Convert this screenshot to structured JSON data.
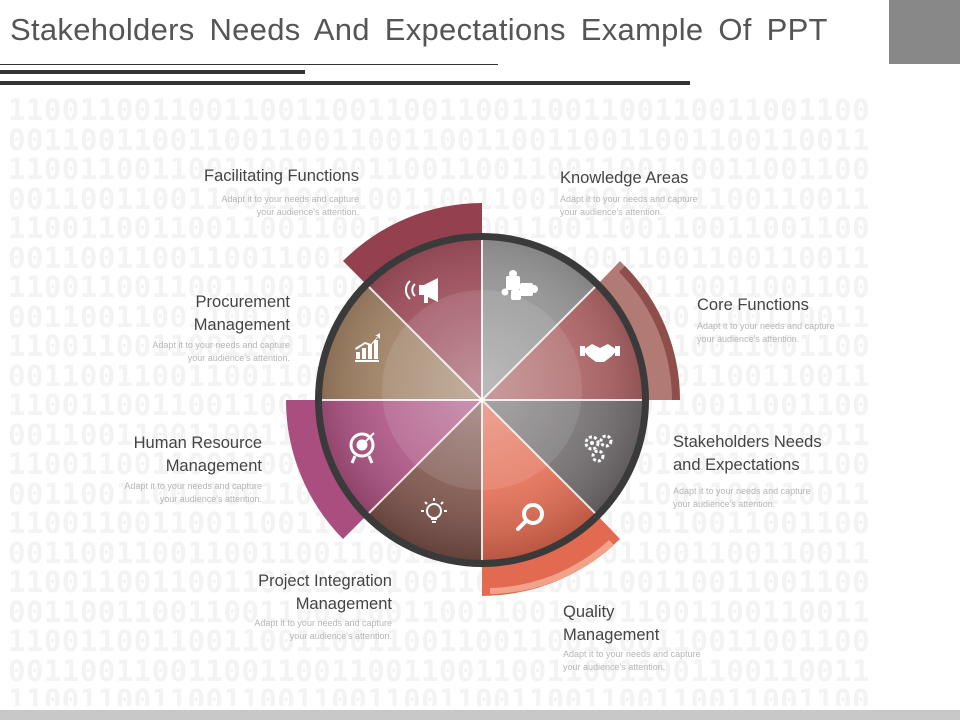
{
  "header": {
    "title": "Stakeholders Needs And Expectations Example Of PPT"
  },
  "background_pattern": "110011001100110011001100110011001100110011001100",
  "colors": {
    "facilitating": "#94404f",
    "knowledge": "#8a8a8a",
    "core": "#a5595b",
    "stakeholders": "#6f6a6b",
    "quality": "#e26a50",
    "project": "#7a5048",
    "human_resource": "#a94e7e",
    "procurement": "#98785a"
  },
  "segments": [
    {
      "label": "Knowledge Areas",
      "desc_line1": "Adapt it to your needs and capture",
      "desc_line2": "your audience's attention.",
      "icon": "puzzle-icon"
    },
    {
      "label_line1": "Core Functions",
      "desc_line1": "Adapt it to your needs and capture",
      "desc_line2": "your audience's attention.",
      "icon": "handshake-icon"
    },
    {
      "label_line1": "Stakeholders Needs",
      "label_line2": "and Expectations",
      "desc_line1": "Adapt it to your needs and capture",
      "desc_line2": "your audience's attention.",
      "icon": "gears-icon"
    },
    {
      "label_line1": "Quality",
      "label_line2": "Management",
      "desc_line1": "Adapt it to your needs and capture",
      "desc_line2": "your audience's attention.",
      "icon": "magnifier-icon"
    },
    {
      "label_line1": "Project Integration",
      "label_line2": "Management",
      "desc_line1": "Adapt it to your needs and capture",
      "desc_line2": "your audience's attention.",
      "icon": "lightbulb-icon"
    },
    {
      "label_line1": "Human Resource",
      "label_line2": "Management",
      "desc_line1": "Adapt it to your needs and capture",
      "desc_line2": "your audience's attention.",
      "icon": "target-icon"
    },
    {
      "label_line1": "Procurement",
      "label_line2": "Management",
      "desc_line1": "Adapt it to your needs and capture",
      "desc_line2": "your audience's attention.",
      "icon": "growth-chart-icon"
    },
    {
      "label": "Facilitating Functions",
      "desc_line1": "Adapt it to your needs and capture",
      "desc_line2": "your audience's attention.",
      "icon": "megaphone-icon"
    }
  ]
}
